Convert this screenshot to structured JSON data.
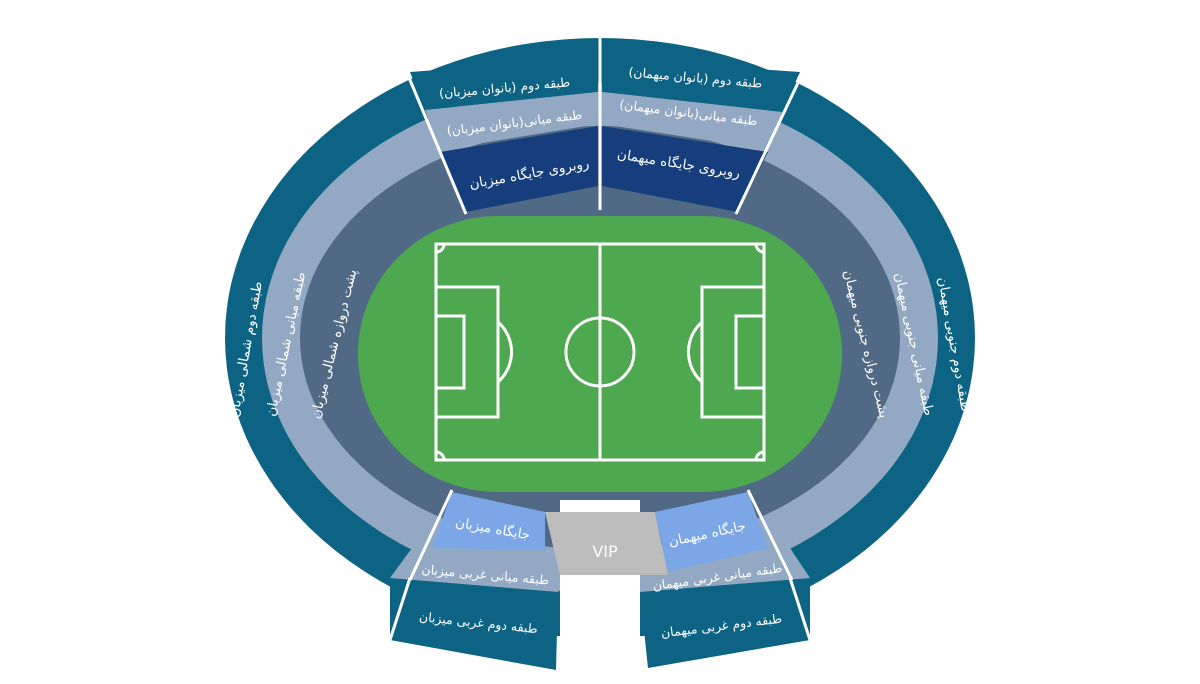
{
  "sections": {
    "upper_north": "طبقه دوم شمالی میزبان",
    "middle_north": "طبقه میانی شمالی میزبان",
    "behind_goal_north": "پشت دروازه شمالی میزبان",
    "upper_south": "طبقه دوم جنوبی میهمان",
    "middle_south": "طبقه میانی جنوبی میهمان",
    "behind_goal_south": "پشت دروازه جنوبی میهمان",
    "upper_east_host": "طبقه دوم (بانوان میزبان)",
    "middle_east_host": "طبقه میانی(بانوان میزبان)",
    "opposite_host": "روبروی جایگاه میزبان",
    "upper_east_guest": "طبقه دوم (بانوان میهمان)",
    "middle_east_guest": "طبقه میانی(بانوان میهمان)",
    "opposite_guest": "روبروی جایگاه میهمان",
    "host_stand": "جایگاه میزبان",
    "guest_stand": "جایگاه میهمان",
    "vip": "VIP",
    "middle_west_host": "طبقه میانی غربی میزبان",
    "upper_west_host": "طبقه دوم غربی میزبان",
    "middle_west_guest": "طبقه میانی غربی میهمان",
    "upper_west_guest": "طبقه دوم غربی میهمان"
  },
  "colors": {
    "outer_ring": "#0d6383",
    "middle_ring": "#93a9c3",
    "inner_ring": "#506a85",
    "opposite_stand": "#163e7c",
    "host_guest_stand": "#7ba7e7",
    "vip": "#bdbdbd",
    "pitch": "#4ea84f",
    "lines": "#ffffff"
  }
}
